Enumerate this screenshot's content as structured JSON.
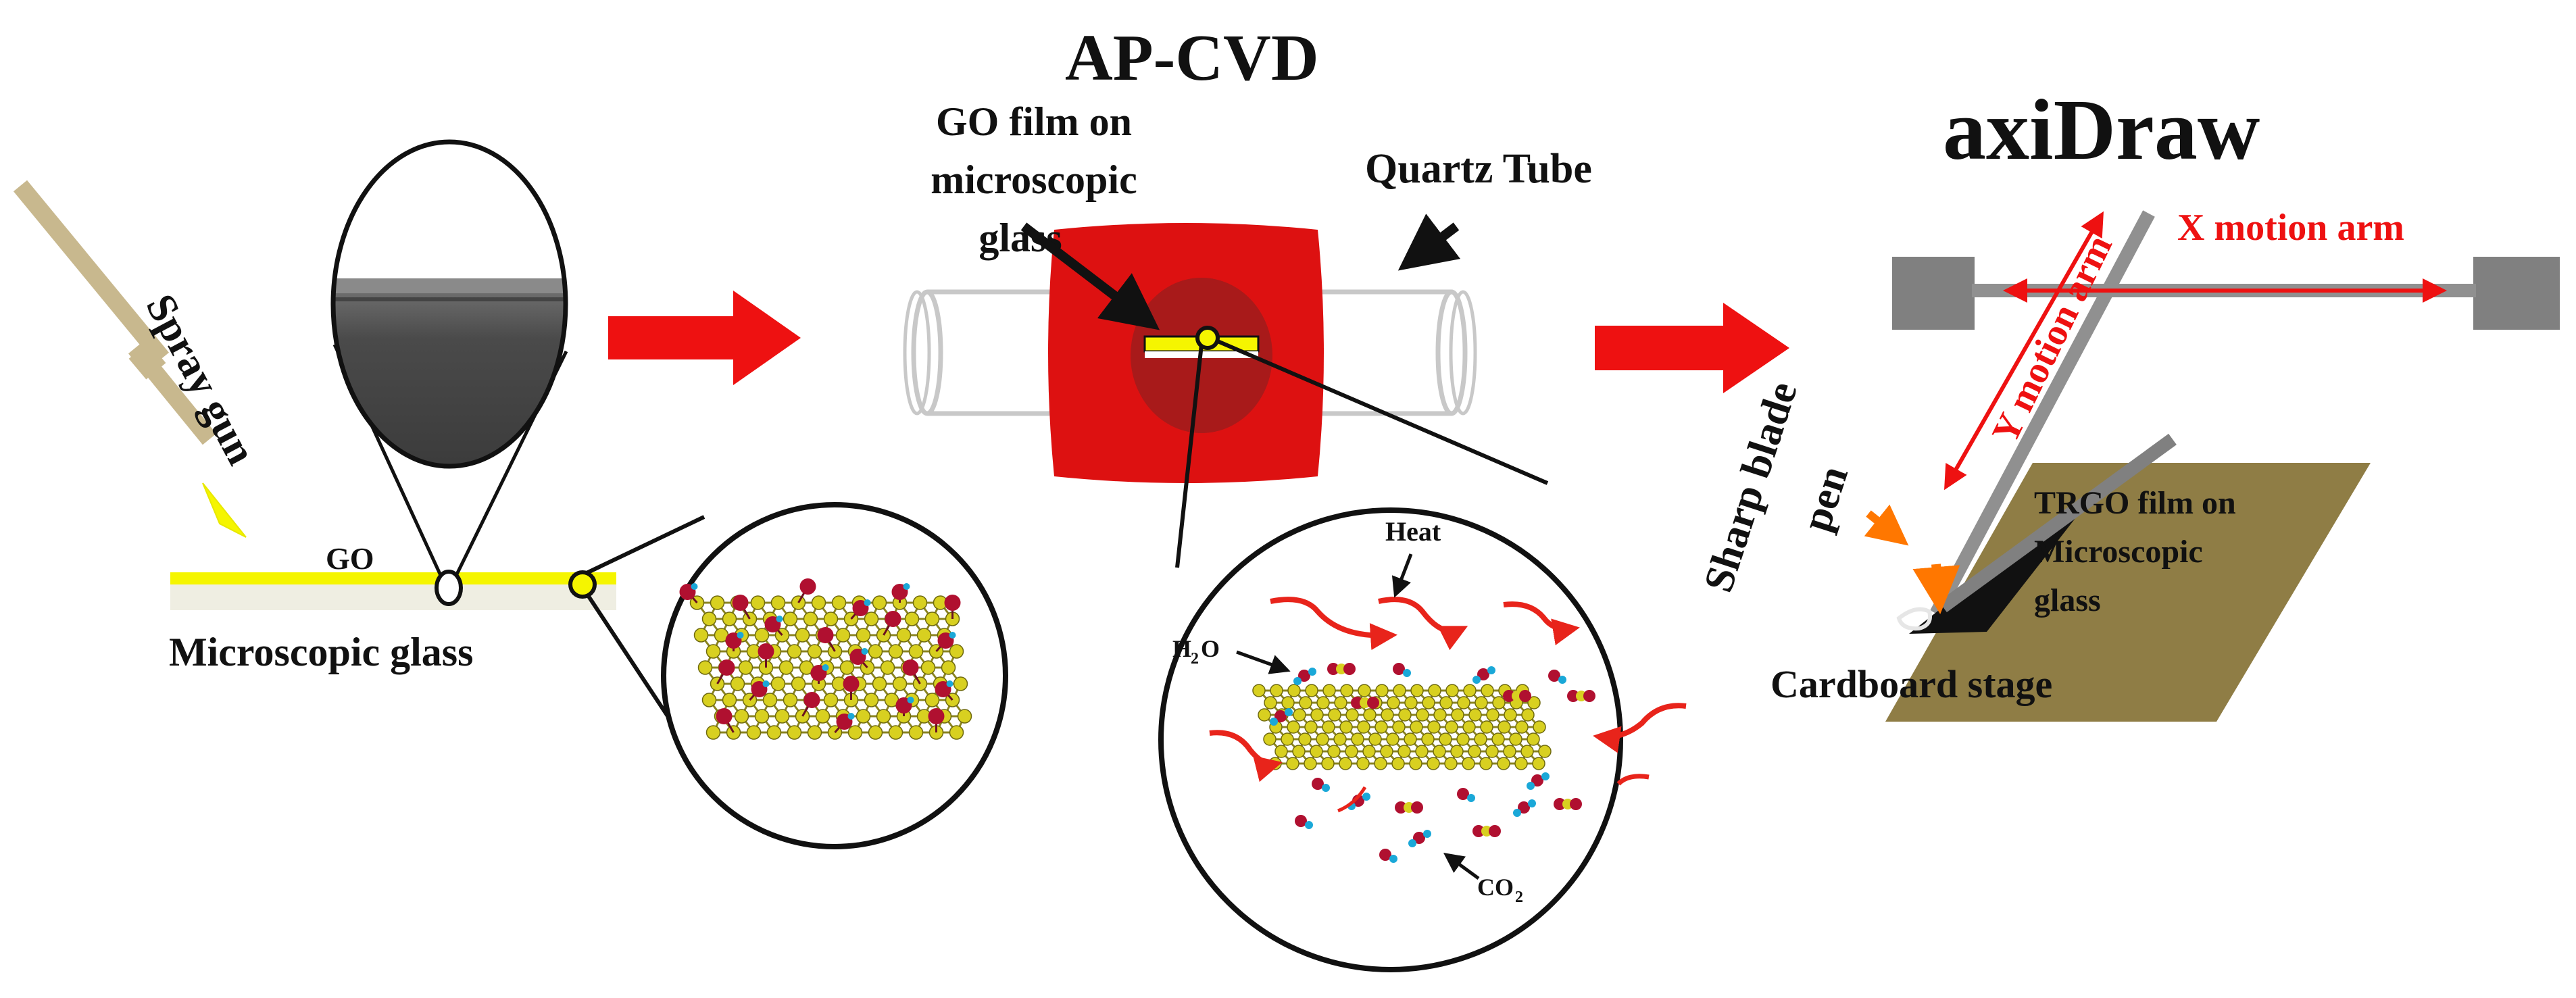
{
  "titles": {
    "apcvd": "AP-CVD",
    "axidraw": "axiDraw"
  },
  "labels": {
    "spray_gun": "Spray gun",
    "go": "GO",
    "microscopic_glass": "Microscopic glass",
    "go_film_line1": "GO film on",
    "go_film_line2": "microscopic",
    "go_film_line3": "glass",
    "quartz_tube": "Quartz Tube",
    "heat": "Heat",
    "h2o_main": "H",
    "h2o_sub": "2",
    "h2o_tail": "O",
    "co2_main": "CO",
    "co2_sub": "2",
    "x_motion_arm": "X motion arm",
    "y_motion_arm": "Y motion arm",
    "sharp_blade_line1": "Sharp blade",
    "sharp_blade_line2": "pen",
    "trgo_line1": "TRGO film on",
    "trgo_line2": "Microscopic",
    "trgo_line3": "glass",
    "cardboard_stage": "Cardboard stage"
  },
  "colors": {
    "process_arrow": "#ee1111",
    "furnace": "#dd1111",
    "go_film": "#f5f500",
    "spray_gun": "#c8b88e",
    "carbon_atom": "#d8d020",
    "oxygen_atom": "#b01030",
    "hydrogen_atom": "#1aa8d8",
    "stage": "#8f7d45",
    "axidraw_frame": "#808080",
    "motion_arrow": "#ee1111",
    "blade_arrow": "#ff7700"
  }
}
